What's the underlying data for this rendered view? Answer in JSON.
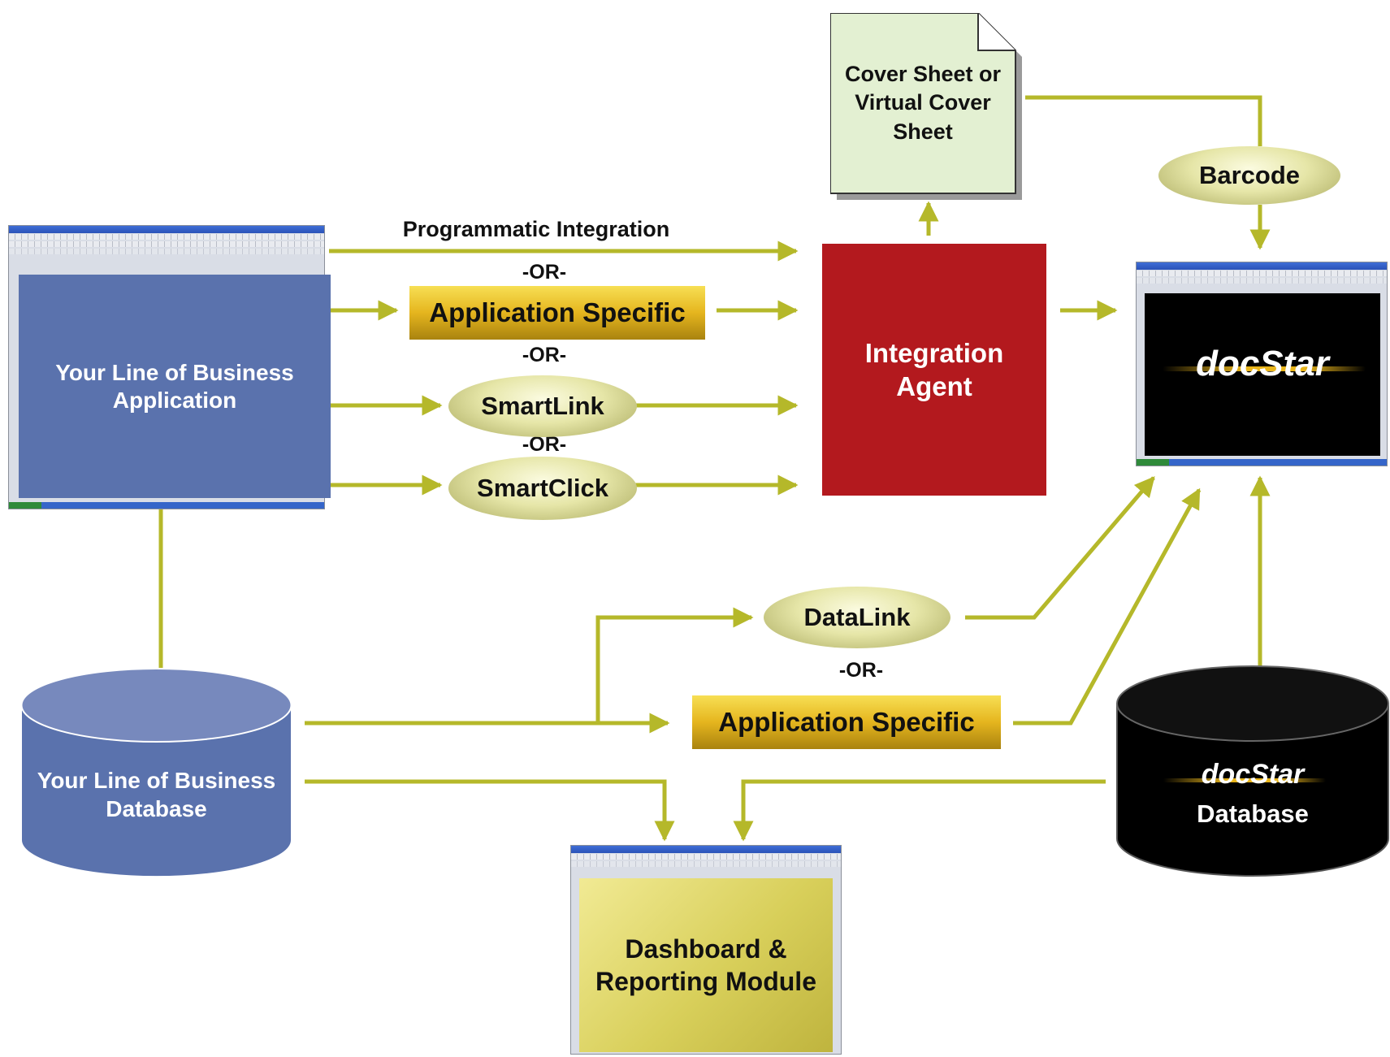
{
  "labels": {
    "programmatic": "Programmatic Integration",
    "or": "-OR-",
    "app_specific": "Application Specific",
    "smartlink": "SmartLink",
    "smartclick": "SmartClick",
    "lob_app": "Your Line of Business Application",
    "lob_db": "Your Line of Business Database",
    "cover_sheet": "Cover Sheet or Virtual Cover Sheet",
    "barcode": "Barcode",
    "integration_agent": "Integration Agent",
    "datalink": "DataLink",
    "dashboard": "Dashboard & Reporting Module",
    "docstar_logo": "docStar",
    "docstar_db": "Database"
  },
  "colors": {
    "arrow": "#b5b82a",
    "lob_blue": "#5a72ad",
    "agent_red": "#b3191e",
    "cover_green": "#e3f0d2",
    "docstar_black": "#000000",
    "docstar_gold": "#e8b41a"
  }
}
